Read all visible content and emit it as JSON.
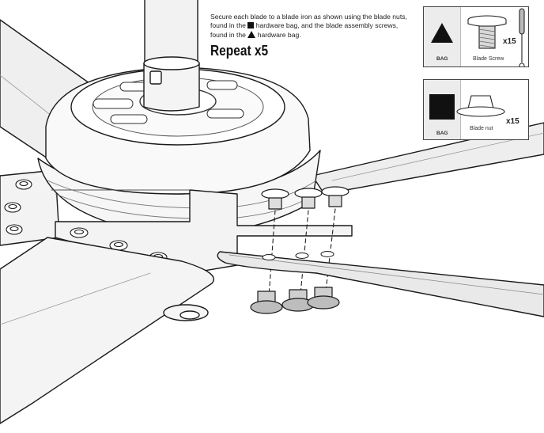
{
  "instructions": {
    "part1": "Secure each blade to a blade iron as shown using the blade nuts, found in the",
    "part2": "hardware bag, and the blade assembly screws, found in the",
    "part3": "hardware bag."
  },
  "heading": "Repeat x5",
  "hardware": [
    {
      "bag_label": "BAG",
      "bag_symbol": "triangle-icon",
      "part_name": "Blade Screw",
      "quantity": "x15"
    },
    {
      "bag_label": "BAG",
      "bag_symbol": "square-icon",
      "part_name": "Blade nut",
      "quantity": "x15"
    }
  ]
}
